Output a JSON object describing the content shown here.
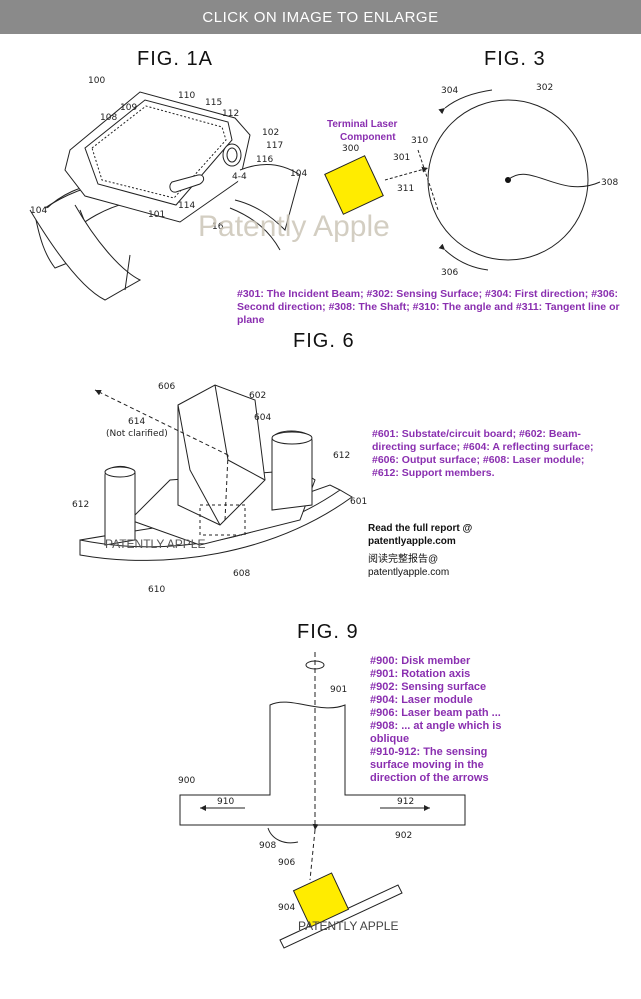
{
  "banner": {
    "text": "CLICK ON IMAGE TO ENLARGE"
  },
  "fig1a": {
    "title": "FIG. 1A",
    "labels": [
      "100",
      "108",
      "109",
      "110",
      "115",
      "112",
      "102",
      "117",
      "116",
      "104",
      "104",
      "114",
      "101",
      "4-4",
      "16"
    ],
    "watermark": "Patently Apple"
  },
  "fig3": {
    "title": "FIG. 3",
    "component_label_1": "Terminal Laser",
    "component_label_2": "Component",
    "labels": [
      "300",
      "302",
      "304",
      "310",
      "301",
      "311",
      "308",
      "306"
    ],
    "caption": "#301: The Incident Beam; #302: Sensing Surface; #304: First direction; #306: Second direction; #308: The Shaft; #310: The angle and #311: Tangent line or plane"
  },
  "fig6": {
    "title": "FIG. 6",
    "labels": [
      "606",
      "602",
      "604",
      "614",
      "(Not clarified)",
      "612",
      "612",
      "601",
      "608",
      "610"
    ],
    "watermark": "PATENTLY APPLE",
    "caption": "#601: Substate/circuit board; #602: Beam-directing surface; #604: A reflecting surface; #606: Output surface; #608: Laser module; #612: Support members.",
    "report_en_1": "Read the full report @",
    "report_en_2": "patentlyapple.com",
    "report_cn_1": "阅读完整报告@",
    "report_cn_2": "patentlyapple.com"
  },
  "fig9": {
    "title": "FIG. 9",
    "labels": [
      "901",
      "900",
      "910",
      "912",
      "902",
      "908",
      "906",
      "904"
    ],
    "watermark": "PATENTLY APPLE",
    "legend": [
      "#900: Disk member",
      "#901: Rotation axis",
      "#902: Sensing surface",
      "#904: Laser module",
      "#906: Laser beam path ...",
      "#908: ... at angle which is",
      "oblique",
      "#910-912: The sensing",
      "surface moving in the",
      "direction of the arrows"
    ]
  },
  "colors": {
    "caption": "#8a2fb0",
    "laser": "#ffec00",
    "banner": "#8a8a8a"
  }
}
